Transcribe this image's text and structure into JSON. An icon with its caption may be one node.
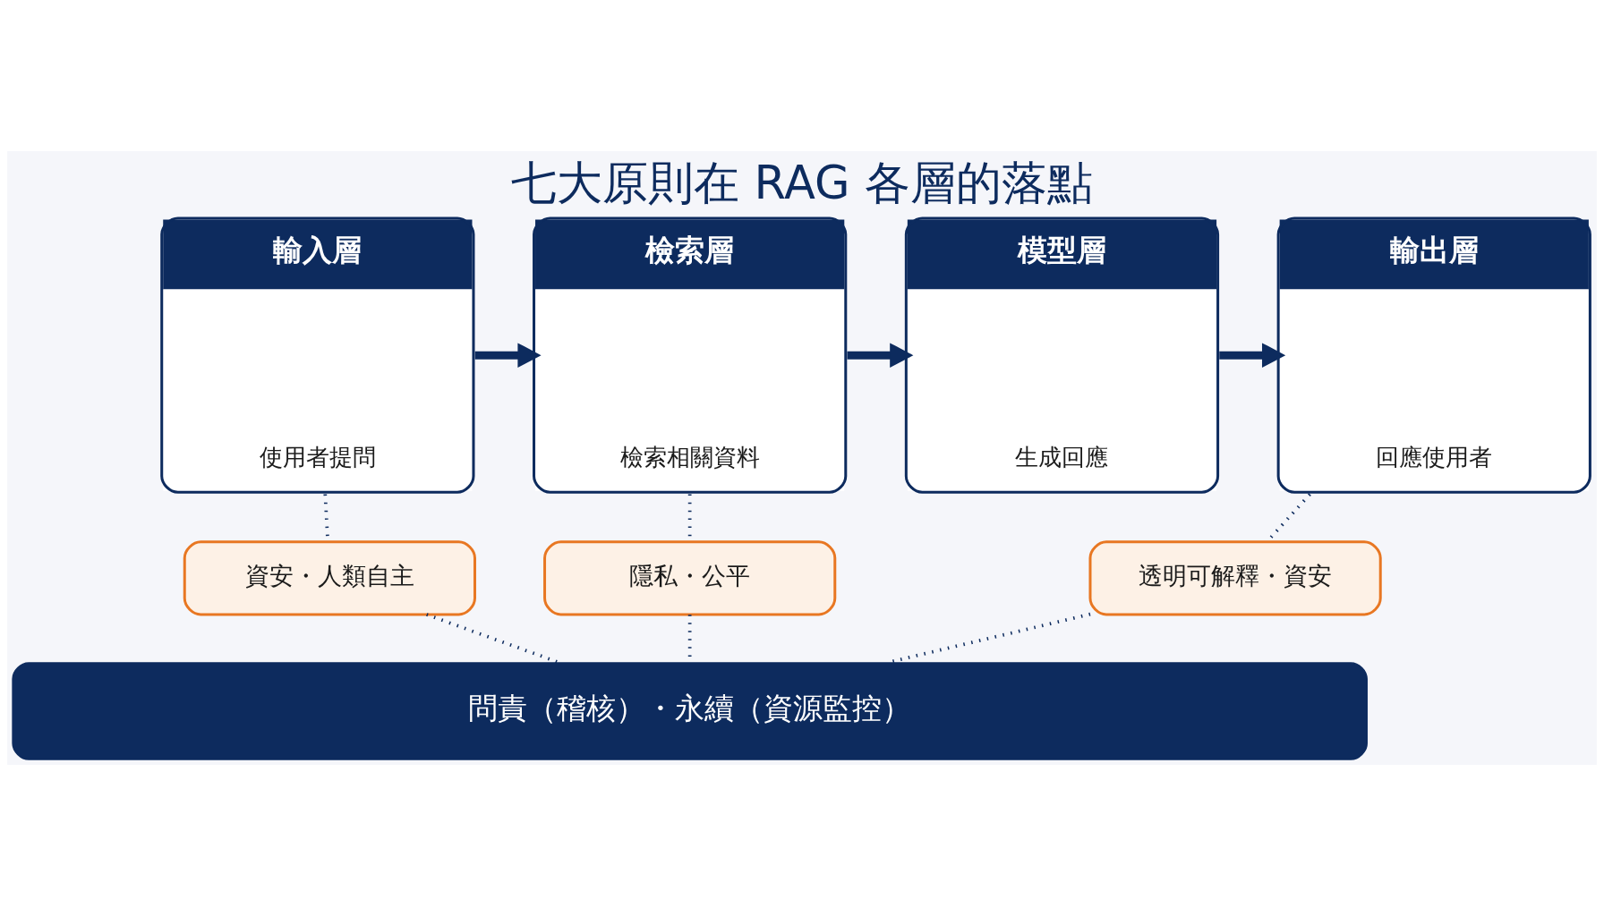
{
  "diagram": {
    "title": "七大原則在 RAG 各層的落點",
    "nodes": [
      {
        "text": [
          "輸入層",
          "使用者提問"
        ]
      },
      {
        "text": [
          "檢索層",
          "檢索相關資料"
        ]
      },
      {
        "text": [
          "模型層",
          "生成回應"
        ]
      },
      {
        "text": [
          "輸出層",
          "回應使用者"
        ]
      },
      {
        "text": [
          "資安・人類自主"
        ]
      },
      {
        "text": [
          "隱私・公平"
        ]
      },
      {
        "text": [
          "透明可解釋・資安"
        ]
      },
      {
        "text": [
          "問責（稽核）・永續（資源監控）"
        ]
      }
    ],
    "edges": [
      {
        "from": 0,
        "to": 1,
        "arrow": "to",
        "style": "thick"
      },
      {
        "from": 1,
        "to": 2,
        "arrow": "to",
        "style": "thick"
      },
      {
        "from": 2,
        "to": 3,
        "arrow": "to",
        "style": "thick"
      },
      {
        "from": 0,
        "to": 4,
        "arrow": "none",
        "style": "dashed"
      },
      {
        "from": 4,
        "to": 7,
        "arrow": "none",
        "style": "dashed"
      },
      {
        "from": 1,
        "to": 5,
        "arrow": "none",
        "style": "dashed"
      },
      {
        "from": 5,
        "to": 7,
        "arrow": "none",
        "style": "dashed"
      },
      {
        "from": 3,
        "to": 6,
        "arrow": "none",
        "style": "dashed"
      },
      {
        "from": 6,
        "to": 7,
        "arrow": "none",
        "style": "dashed"
      }
    ]
  }
}
